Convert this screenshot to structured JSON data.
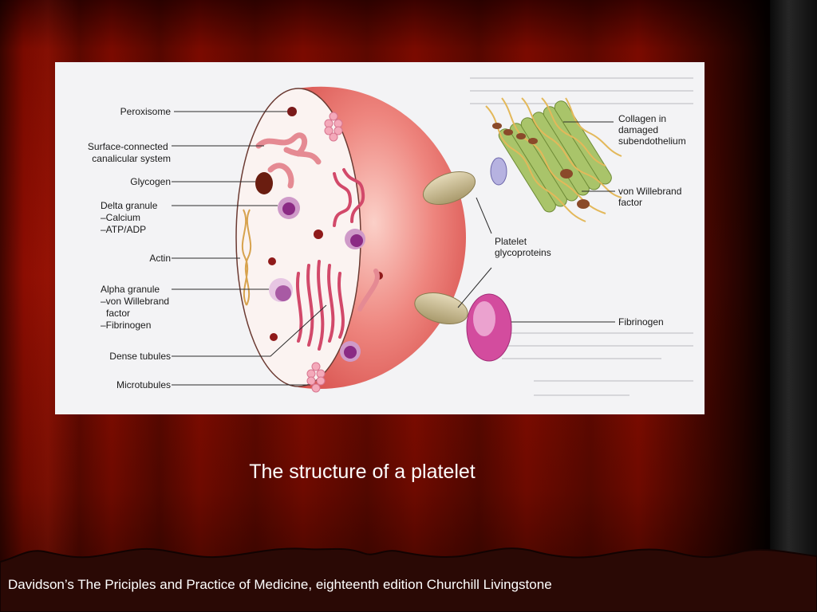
{
  "slide": {
    "caption": "The structure of a platelet",
    "citation": "Davidson’s The Priciples and Practice of Medicine, eighteenth edition   Churchill Livingstone"
  },
  "figure": {
    "left_labels": {
      "peroxisome": [
        "Peroxisome"
      ],
      "surface_connected_canalicular_system": [
        "Surface-connected",
        "canalicular system"
      ],
      "glycogen": [
        "Glycogen"
      ],
      "delta_granule": [
        "Delta granule",
        "–Calcium",
        "–ATP/ADP"
      ],
      "actin": [
        "Actin"
      ],
      "alpha_granule": [
        "Alpha granule",
        "–von Willebrand",
        "factor",
        "–Fibrinogen"
      ],
      "dense_tubules": [
        "Dense tubules"
      ],
      "microtubules": [
        "Microtubules"
      ]
    },
    "right_labels": {
      "collagen": [
        "Collagen in",
        "damaged",
        "subendothelium"
      ],
      "von_willebrand_factor": [
        "von Willebrand",
        "factor"
      ],
      "platelet_glycoproteins": [
        "Platelet",
        "glycoproteins"
      ],
      "fibrinogen": [
        "Fibrinogen"
      ]
    }
  },
  "colors": {
    "platelet_body": "#e86a66",
    "cross_section": "#fbf3f1",
    "tubule_pink": "#d2496a",
    "granule_purple": "#8b2a84",
    "glycogen_brown": "#6a1d10",
    "collagen_green": "#a9c46a",
    "fibrin_strand": "#e3b85a",
    "fibrinogen_magenta": "#d34c9e",
    "glycoprotein_tan": "#c9b98c"
  }
}
